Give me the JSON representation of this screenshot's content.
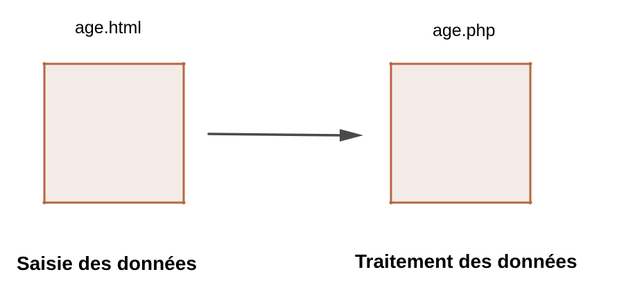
{
  "colors": {
    "box_fill": "#f5ebe6",
    "box_stroke": "#b5673f",
    "arrow": "#4a4a4a",
    "text": "#000000"
  },
  "nodes": [
    {
      "file": "age.html",
      "role": "Saisie des données"
    },
    {
      "file": "age.php",
      "role": "Traitement des données"
    }
  ],
  "edge": {
    "from": "age.html",
    "to": "age.php",
    "type": "arrow"
  }
}
